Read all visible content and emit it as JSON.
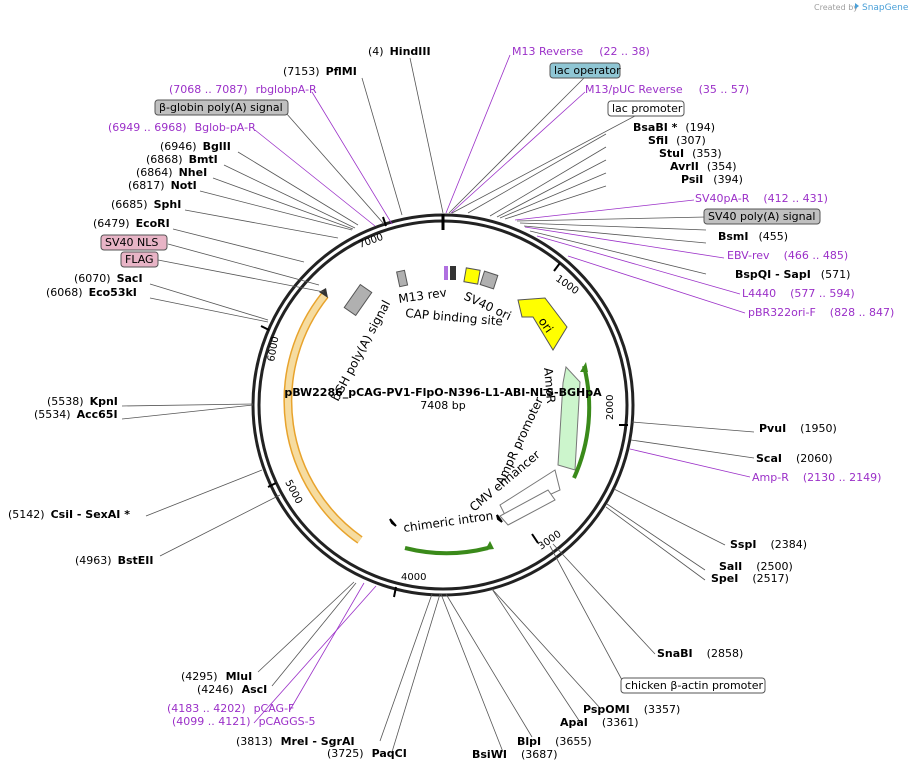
{
  "credit": {
    "prefix": "Created by",
    "brand": "SnapGene"
  },
  "plasmid": {
    "name": "pBW2286_pCAG-PV1-FlpO-N396-L1-ABI-NLS-BGHpA",
    "size_label": "7408 bp"
  },
  "ticks": [
    "1000",
    "2000",
    "3000",
    "4000",
    "5000",
    "6000",
    "7000"
  ],
  "sites": [
    {
      "pos": "(4)",
      "name": "HindIII"
    },
    {
      "pos": "(7153)",
      "name": "PflMI"
    },
    {
      "name": "BsaBI *",
      "pos": "(194)"
    },
    {
      "name": "SfiI",
      "pos": "(307)"
    },
    {
      "name": "StuI",
      "pos": "(353)"
    },
    {
      "name": "AvrII",
      "pos": "(354)"
    },
    {
      "name": "PsiI",
      "pos": "(394)"
    },
    {
      "name": "BsmI",
      "pos": "(455)"
    },
    {
      "name": "BspQI - SapI",
      "pos": "(571)"
    },
    {
      "pos": "(6946)",
      "name": "BglII"
    },
    {
      "pos": "(6868)",
      "name": "BmtI"
    },
    {
      "pos": "(6864)",
      "name": "NheI"
    },
    {
      "pos": "(6817)",
      "name": "NotI"
    },
    {
      "pos": "(6685)",
      "name": "SphI"
    },
    {
      "pos": "(6479)",
      "name": "EcoRI"
    },
    {
      "pos": "(6070)",
      "name": "SacI"
    },
    {
      "pos": "(6068)",
      "name": "Eco53kI"
    },
    {
      "pos": "(5538)",
      "name": "KpnI"
    },
    {
      "pos": "(5534)",
      "name": "Acc65I"
    },
    {
      "pos": "(5142)",
      "name": "CsiI - SexAI *"
    },
    {
      "pos": "(4963)",
      "name": "BstEII"
    },
    {
      "name": "PvuI",
      "pos": "(1950)"
    },
    {
      "name": "ScaI",
      "pos": "(2060)"
    },
    {
      "name": "SspI",
      "pos": "(2384)"
    },
    {
      "name": "SalI",
      "pos": "(2500)"
    },
    {
      "name": "SpeI",
      "pos": "(2517)"
    },
    {
      "name": "SnaBI",
      "pos": "(2858)"
    },
    {
      "name": "PspOMI",
      "pos": "(3357)"
    },
    {
      "name": "ApaI",
      "pos": "(3361)"
    },
    {
      "name": "BlpI",
      "pos": "(3655)"
    },
    {
      "name": "BsiWI",
      "pos": "(3687)"
    },
    {
      "pos": "(3725)",
      "name": "PaqCI"
    },
    {
      "pos": "(3813)",
      "name": "MreI - SgrAI"
    },
    {
      "pos": "(4246)",
      "name": "AscI"
    },
    {
      "pos": "(4295)",
      "name": "MluI"
    }
  ],
  "primers": [
    {
      "name": "M13 Reverse",
      "range": "(22 .. 38)"
    },
    {
      "name": "M13/pUC Reverse",
      "range": "(35 .. 57)"
    },
    {
      "range": "(7068 .. 7087)",
      "name": "rbglobpA-R"
    },
    {
      "range": "(6949 .. 6968)",
      "name": "Bglob-pA-R"
    },
    {
      "name": "SV40pA-R",
      "range": "(412 .. 431)"
    },
    {
      "name": "EBV-rev",
      "range": "(466 .. 485)"
    },
    {
      "name": "L4440",
      "range": "(577 .. 594)"
    },
    {
      "name": "pBR322ori-F",
      "range": "(828 .. 847)"
    },
    {
      "name": "Amp-R",
      "range": "(2130 .. 2149)"
    },
    {
      "range": "(4183 .. 4202)",
      "name": "pCAG-F"
    },
    {
      "range": "(4099 .. 4121)",
      "name": "pCAGGS-5"
    }
  ],
  "boxed": [
    {
      "text": "lac operator",
      "fill": "#8fc6d4"
    },
    {
      "text": "lac promoter",
      "fill": "#ffffff"
    },
    {
      "text": "β-globin poly(A) signal",
      "fill": "#c0c0c0"
    },
    {
      "text": "SV40 poly(A) signal",
      "fill": "#c0c0c0"
    },
    {
      "text": "SV40 NLS",
      "fill": "#e8b4c6"
    },
    {
      "text": "FLAG",
      "fill": "#e8b4c6"
    },
    {
      "text": "chicken β-actin promoter",
      "fill": "#ffffff"
    }
  ],
  "features": {
    "m13rev": "M13 rev",
    "cap": "CAP binding site",
    "sv40ori": "SV40 ori",
    "ori": "ori",
    "ampr": "AmpR",
    "ampr_promoter": "AmpR promoter",
    "cmv": "CMV enhancer",
    "intron": "chimeric intron",
    "bgh": "bGH poly(A) signal"
  },
  "colors": {
    "primer": "#9b30c8",
    "ori": "#ffff00",
    "ampr": "#ccf5cc",
    "cds": "#f4d9a0",
    "polyA": "#b0b0b0"
  }
}
